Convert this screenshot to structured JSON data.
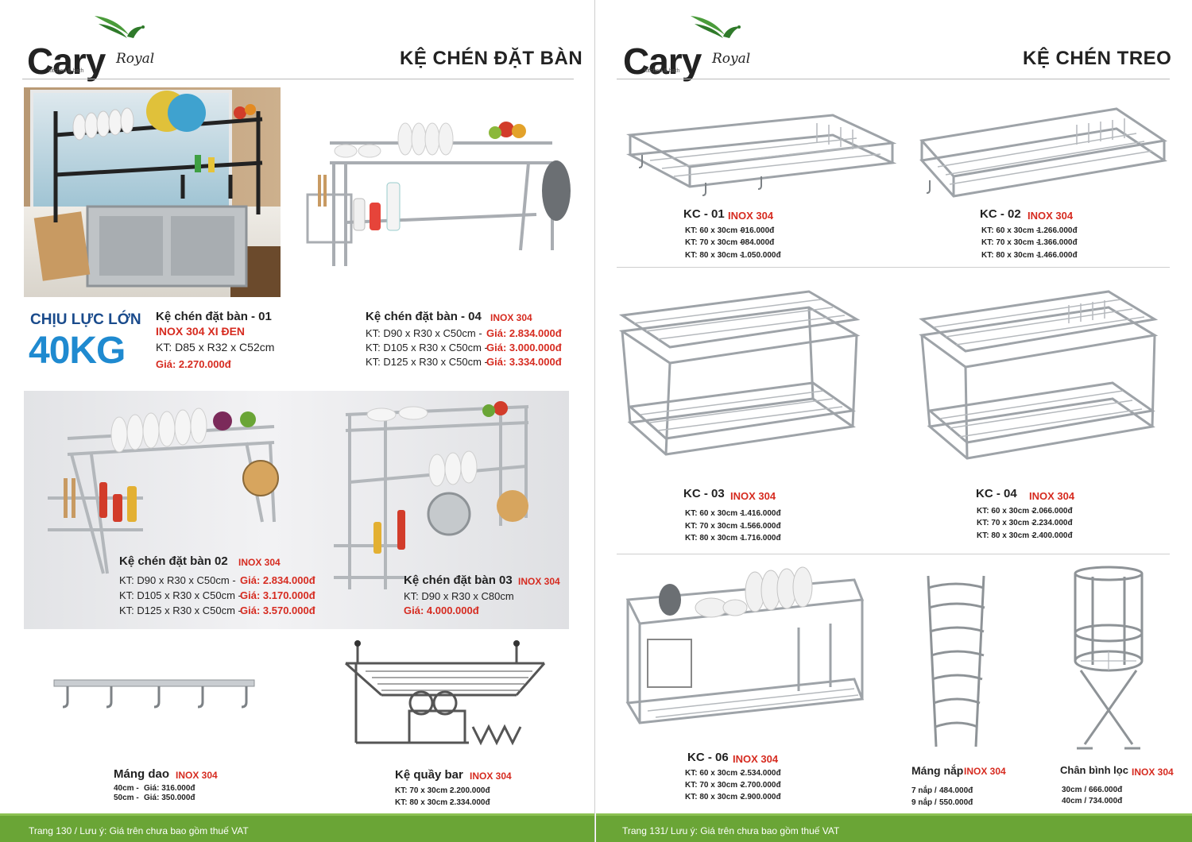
{
  "brand": {
    "name": "Cary",
    "sub": "Royal",
    "tagline": "kitchen & bath"
  },
  "left_page": {
    "title": "KỆ CHÉN ĐẶT BÀN",
    "badge": {
      "line1": "CHỊU LỰC LỚN",
      "line2": "40KG"
    },
    "products": [
      {
        "name": "Kệ chén đặt bàn - 01",
        "material": "INOX 304 XI ĐEN",
        "spec": "KT: D85 x R32 x C52cm",
        "price": "Giá: 2.270.000đ"
      },
      {
        "name": "Kệ chén đặt bàn - 04",
        "material": "INOX 304",
        "rows": [
          {
            "size": "KT: D90 x R30 x C50cm -",
            "price": "Giá: 2.834.000đ"
          },
          {
            "size": "KT: D105 x R30 x C50cm -",
            "price": "Giá: 3.000.000đ"
          },
          {
            "size": "KT: D125 x R30 x C50cm -",
            "price": "Giá: 3.334.000đ"
          }
        ]
      },
      {
        "name": "Kệ chén đặt bàn 02",
        "material": "INOX 304",
        "rows": [
          {
            "size": "KT: D90 x R30 x C50cm -",
            "price": "Giá: 2.834.000đ"
          },
          {
            "size": "KT: D105 x R30 x C50cm -",
            "price": "Giá: 3.170.000đ"
          },
          {
            "size": "KT: D125 x R30 x C50cm -",
            "price": "Giá: 3.570.000đ"
          }
        ]
      },
      {
        "name": "Kệ chén đặt bàn 03",
        "material": "INOX 304",
        "spec": "KT: D90 x R30 x C80cm",
        "price": "Giá: 4.000.000đ"
      },
      {
        "name": "Máng dao",
        "material": "INOX 304",
        "rows": [
          {
            "size": "40cm -",
            "price": "Giá: 316.000đ"
          },
          {
            "size": "50cm -",
            "price": "Giá: 350.000đ"
          }
        ]
      },
      {
        "name": "Kệ quầy bar",
        "material": "INOX 304",
        "rows": [
          {
            "size": "KT: 70 x 30cm -",
            "price": "2.200.000đ"
          },
          {
            "size": "KT: 80 x 30cm -",
            "price": "2.334.000đ"
          }
        ]
      }
    ],
    "footer": "Trang 130 / Lưu ý: Giá trên chưa bao gồm thuế VAT"
  },
  "right_page": {
    "title": "KỆ CHÉN TREO",
    "products": [
      {
        "name": "KC - 01",
        "material": "INOX 304",
        "rows": [
          {
            "size": "KT: 60 x 30cm -",
            "price": "916.000đ"
          },
          {
            "size": "KT: 70 x 30cm -",
            "price": "984.000đ"
          },
          {
            "size": "KT: 80 x 30cm -",
            "price": "1.050.000đ"
          }
        ]
      },
      {
        "name": "KC - 02",
        "material": "INOX 304",
        "rows": [
          {
            "size": "KT: 60 x 30cm -",
            "price": "1.266.000đ"
          },
          {
            "size": "KT: 70 x 30cm -",
            "price": "1.366.000đ"
          },
          {
            "size": "KT: 80 x 30cm -",
            "price": "1.466.000đ"
          }
        ]
      },
      {
        "name": "KC - 03",
        "material": "INOX 304",
        "rows": [
          {
            "size": "KT: 60 x 30cm -",
            "price": "1.416.000đ"
          },
          {
            "size": "KT: 70 x 30cm -",
            "price": "1.566.000đ"
          },
          {
            "size": "KT: 80 x 30cm -",
            "price": "1.716.000đ"
          }
        ]
      },
      {
        "name": "KC - 04",
        "material": "INOX 304",
        "rows": [
          {
            "size": "KT: 60 x 30cm -",
            "price": "2.066.000đ"
          },
          {
            "size": "KT: 70 x 30cm -",
            "price": "2.234.000đ"
          },
          {
            "size": "KT: 80 x 30cm -",
            "price": "2.400.000đ"
          }
        ]
      },
      {
        "name": "KC - 06",
        "material": "INOX 304",
        "rows": [
          {
            "size": "KT: 60 x 30cm -",
            "price": "2.534.000đ"
          },
          {
            "size": "KT: 70 x 30cm -",
            "price": "2.700.000đ"
          },
          {
            "size": "KT: 80 x 30cm -",
            "price": "2.900.000đ"
          }
        ]
      },
      {
        "name": "Máng nắp",
        "material": "INOX 304",
        "rows": [
          {
            "size": "7 nắp /",
            "price": "484.000đ"
          },
          {
            "size": "9 nắp /",
            "price": "550.000đ"
          }
        ]
      },
      {
        "name": "Chân bình lọc",
        "material": "INOX 304",
        "rows": [
          {
            "size": "30cm /",
            "price": "666.000đ"
          },
          {
            "size": "40cm /",
            "price": "734.000đ"
          }
        ]
      }
    ],
    "footer": "Trang 131/ Lưu ý: Giá trên chưa bao gồm thuế VAT"
  },
  "colors": {
    "accent_red": "#d62b20",
    "badge_blue": "#1a4b8c",
    "badge_big_blue": "#1f8ad0",
    "footer_green": "#6aa536",
    "logo_green": "#4a9b3a"
  }
}
